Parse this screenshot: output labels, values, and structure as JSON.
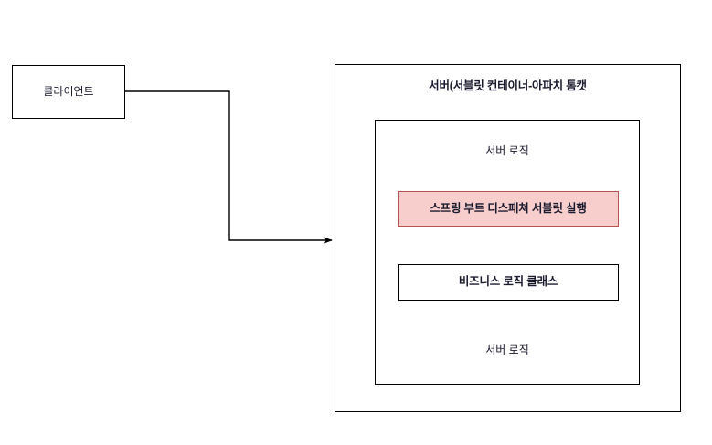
{
  "diagram": {
    "title": "Spring Boot request flow diagram",
    "background_color": "#ffffff",
    "stroke_color": "#000000",
    "text_color": "#1a1a2e",
    "accent_fill": "#f8cecc",
    "accent_stroke": "#b85450"
  },
  "nodes": {
    "client": {
      "label": "클라이언트",
      "fill": "#ffffff",
      "stroke": "#000000"
    },
    "server": {
      "title": "서버(서블릿 컨테이너-아파치 톰캣",
      "fill": "#ffffff",
      "stroke": "#000000"
    },
    "logic_container": {
      "fill": "#ffffff",
      "stroke": "#000000"
    },
    "dispatcher": {
      "label": "스프링 부트 디스패쳐 서블릿 실행",
      "fill": "#f8cecc",
      "stroke": "#b85450"
    },
    "business": {
      "label": "비즈니스 로직 클래스",
      "fill": "#ffffff",
      "stroke": "#000000"
    }
  },
  "labels": {
    "server_logic_top": "서버 로직",
    "server_logic_bottom": "서버 로직"
  },
  "edges": [
    {
      "name": "client-to-server",
      "from": "client",
      "to": "server",
      "style": "orthogonal-elbow",
      "arrowhead": "end"
    },
    {
      "name": "serverlogic-to-dispatcher",
      "from": "server_logic_top",
      "to": "dispatcher",
      "style": "straight-vertical",
      "arrowhead": "end"
    },
    {
      "name": "dispatcher-to-business",
      "from": "dispatcher",
      "to": "business",
      "style": "straight-vertical",
      "arrowhead": "end"
    },
    {
      "name": "business-to-serverlogic",
      "from": "business",
      "to": "server_logic_bottom",
      "style": "straight-vertical",
      "arrowhead": "end"
    }
  ]
}
